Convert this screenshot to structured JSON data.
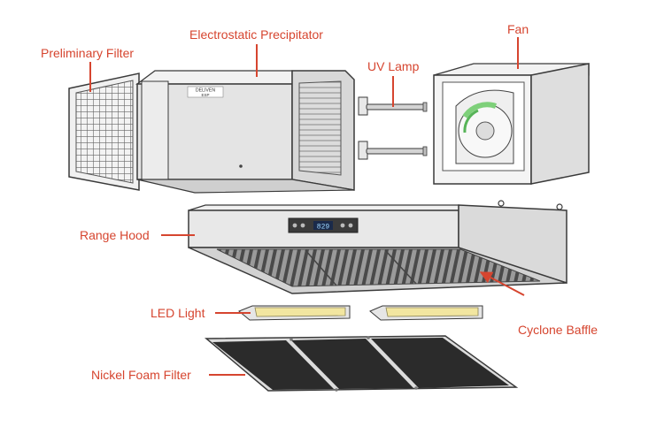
{
  "labels": {
    "preliminary_filter": "Preliminary Filter",
    "electrostatic_precipitator": "Electrostatic Precipitator",
    "uv_lamp": "UV Lamp",
    "fan": "Fan",
    "range_hood": "Range Hood",
    "led_light": "LED Light",
    "cyclone_baffle": "Cyclone Baffle",
    "nickel_foam_filter": "Nickel Foam Filter"
  },
  "brand_plate": {
    "line1": "DELIVEN",
    "line2": "ESP"
  },
  "display_readout": "829",
  "colors": {
    "label": "#d6452f",
    "metal": "#e4e4e4",
    "metal_dark": "#c6c6c6",
    "outline": "#3a3a3a",
    "foam": "#2b2b2b",
    "led": "#f2e6a0"
  }
}
